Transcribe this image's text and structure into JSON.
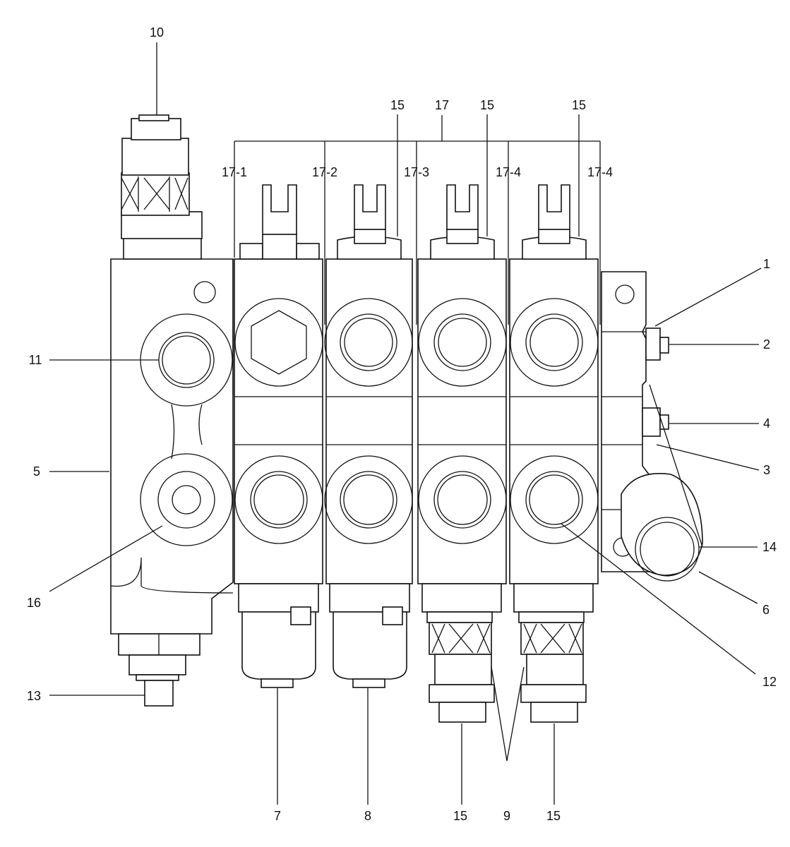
{
  "labels": {
    "c1": "1",
    "c2": "2",
    "c3": "3",
    "c4": "4",
    "c5": "5",
    "c6": "6",
    "c7": "7",
    "c8": "8",
    "c9": "9",
    "c10": "10",
    "c11": "11",
    "c12": "12",
    "c13": "13",
    "c14": "14",
    "c15": "15",
    "c16": "16",
    "c17": "17",
    "c17_1": "17-1",
    "c17_2": "17-2",
    "c17_3": "17-3",
    "c17_4": "17-4"
  },
  "colors": {
    "line": "#111111",
    "background": "#ffffff"
  }
}
